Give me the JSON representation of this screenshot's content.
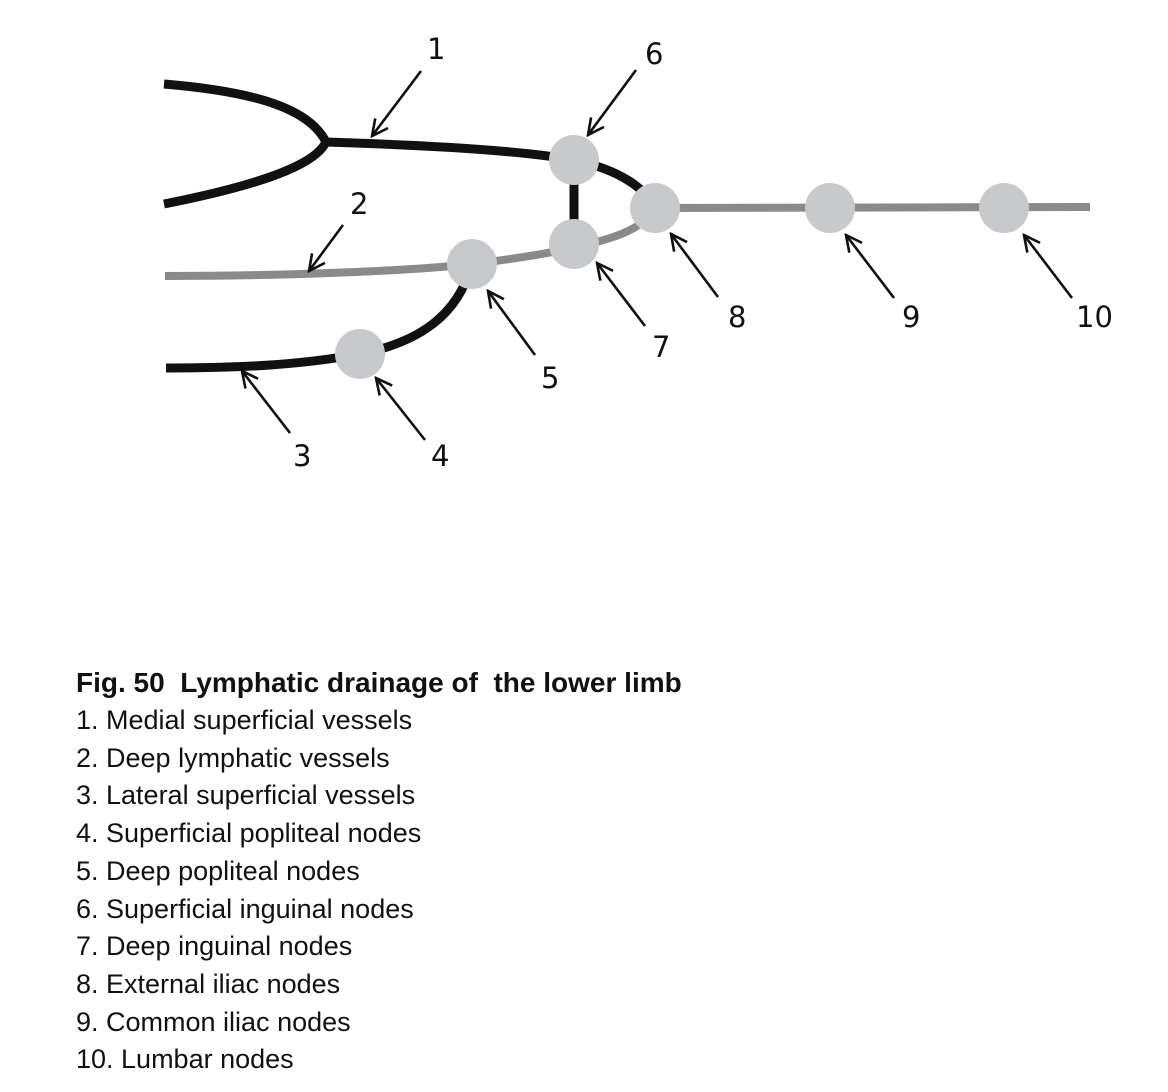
{
  "figure": {
    "title": "Fig. 50  Lymphatic drainage of  the lower limb",
    "callouts": [
      "1",
      "2",
      "3",
      "4",
      "5",
      "6",
      "7",
      "8",
      "9",
      "10"
    ],
    "legend": [
      "1. Medial superficial vessels",
      "2. Deep lymphatic vessels",
      "3. Lateral superficial vessels",
      "4. Superficial popliteal nodes",
      "5. Deep popliteal nodes",
      "6. Superficial inguinal nodes",
      "7. Deep inguinal nodes",
      "8. External iliac nodes",
      "9. Common iliac nodes",
      "10. Lumbar nodes"
    ]
  },
  "colors": {
    "superficial_vessel": "#111111",
    "deep_vessel": "#8a8a8a",
    "node": "#c8c9cb",
    "text": "#111111"
  }
}
